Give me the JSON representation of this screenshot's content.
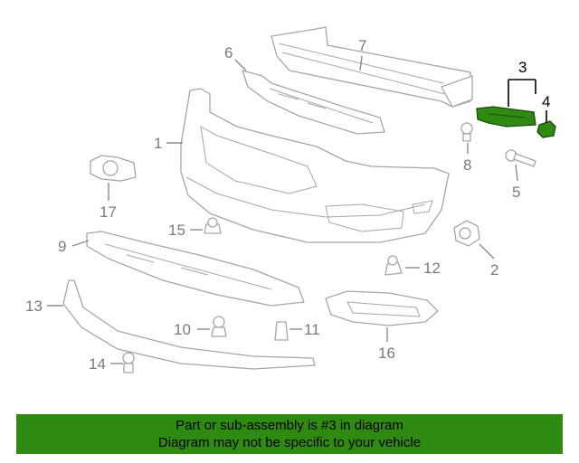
{
  "callouts": {
    "c1": "1",
    "c2": "2",
    "c3": "3",
    "c4": "4",
    "c5": "5",
    "c6": "6",
    "c7": "7",
    "c8": "8",
    "c9": "9",
    "c10": "10",
    "c11": "11",
    "c12": "12",
    "c13": "13",
    "c14": "14",
    "c15": "15",
    "c16": "16",
    "c17": "17"
  },
  "highlighted_part": "3",
  "colors": {
    "highlight": "#2f8a12",
    "banner": "#2f8a12",
    "part_outline": "#a6a6a6"
  },
  "banner": {
    "line1": "Part or sub-assembly is #3 in diagram",
    "line2": "Diagram may not be specific to your vehicle"
  }
}
